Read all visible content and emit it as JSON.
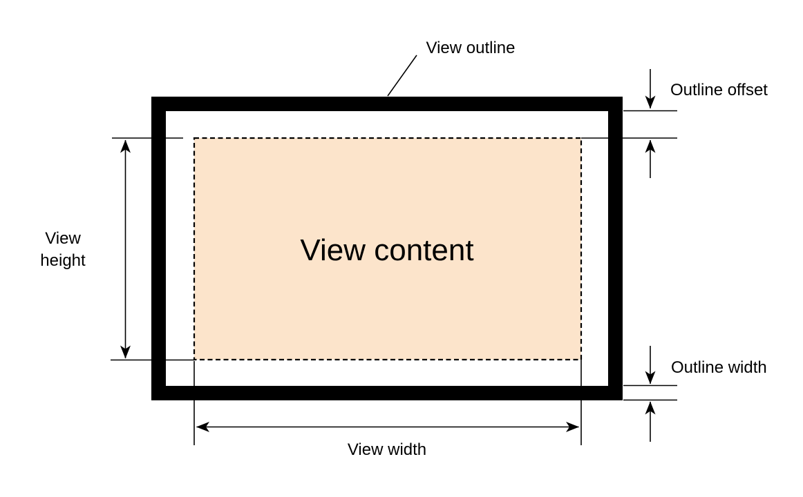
{
  "colors": {
    "content_fill": "#FCE4CB",
    "line": "#000000",
    "background": "#FFFFFF"
  },
  "diagram": {
    "content_label": "View content",
    "labels": {
      "view_outline": "View outline",
      "outline_offset": "Outline offset",
      "outline_width": "Outline width",
      "view_height_line1": "View",
      "view_height_line2": "height",
      "view_width": "View width"
    }
  }
}
